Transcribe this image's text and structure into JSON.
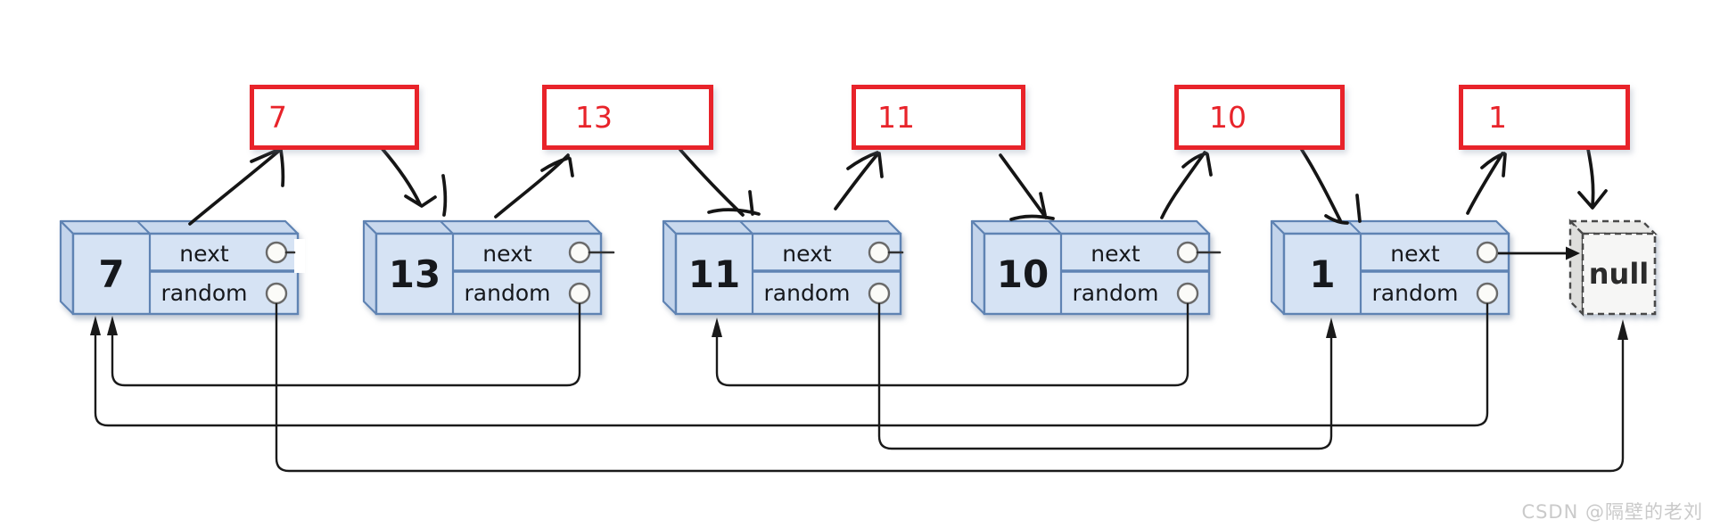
{
  "nodes": [
    {
      "value": "7",
      "next_label": "next",
      "random_label": "random"
    },
    {
      "value": "13",
      "next_label": "next",
      "random_label": "random"
    },
    {
      "value": "11",
      "next_label": "next",
      "random_label": "random"
    },
    {
      "value": "10",
      "next_label": "next",
      "random_label": "random"
    },
    {
      "value": "1",
      "next_label": "next",
      "random_label": "random"
    }
  ],
  "copies": [
    {
      "value": "7"
    },
    {
      "value": "13"
    },
    {
      "value": "11"
    },
    {
      "value": "10"
    },
    {
      "value": "1"
    }
  ],
  "null_box": {
    "label": "null"
  },
  "watermark": "CSDN @隔壁的老刘",
  "colors": {
    "node_fill": "#d6e3f4",
    "node_top": "#c9d9ee",
    "node_side": "#c3d4eb",
    "node_border": "#5f83b3",
    "copy_red": "#e8232a",
    "arrow_black": "#151515",
    "null_border": "#4a4a4a",
    "watermark_gray": "#cacaca"
  },
  "relations": {
    "next_chain": [
      "7",
      "13",
      "11",
      "10",
      "1",
      "null"
    ],
    "random_pointers": [
      {
        "from": "7",
        "to": "null"
      },
      {
        "from": "13",
        "to": "7"
      },
      {
        "from": "11",
        "to": "1"
      },
      {
        "from": "10",
        "to": "11"
      },
      {
        "from": "1",
        "to": "7"
      }
    ],
    "copy_links": [
      {
        "from": "7",
        "to": "copy-7"
      },
      {
        "from": "copy-7",
        "to": "13"
      },
      {
        "from": "13",
        "to": "copy-13"
      },
      {
        "from": "copy-13",
        "to": "11"
      },
      {
        "from": "11",
        "to": "copy-11"
      },
      {
        "from": "copy-11",
        "to": "10"
      },
      {
        "from": "10",
        "to": "copy-10"
      },
      {
        "from": "copy-10",
        "to": "1"
      },
      {
        "from": "1",
        "to": "copy-1"
      },
      {
        "from": "copy-1",
        "to": "null"
      }
    ]
  }
}
